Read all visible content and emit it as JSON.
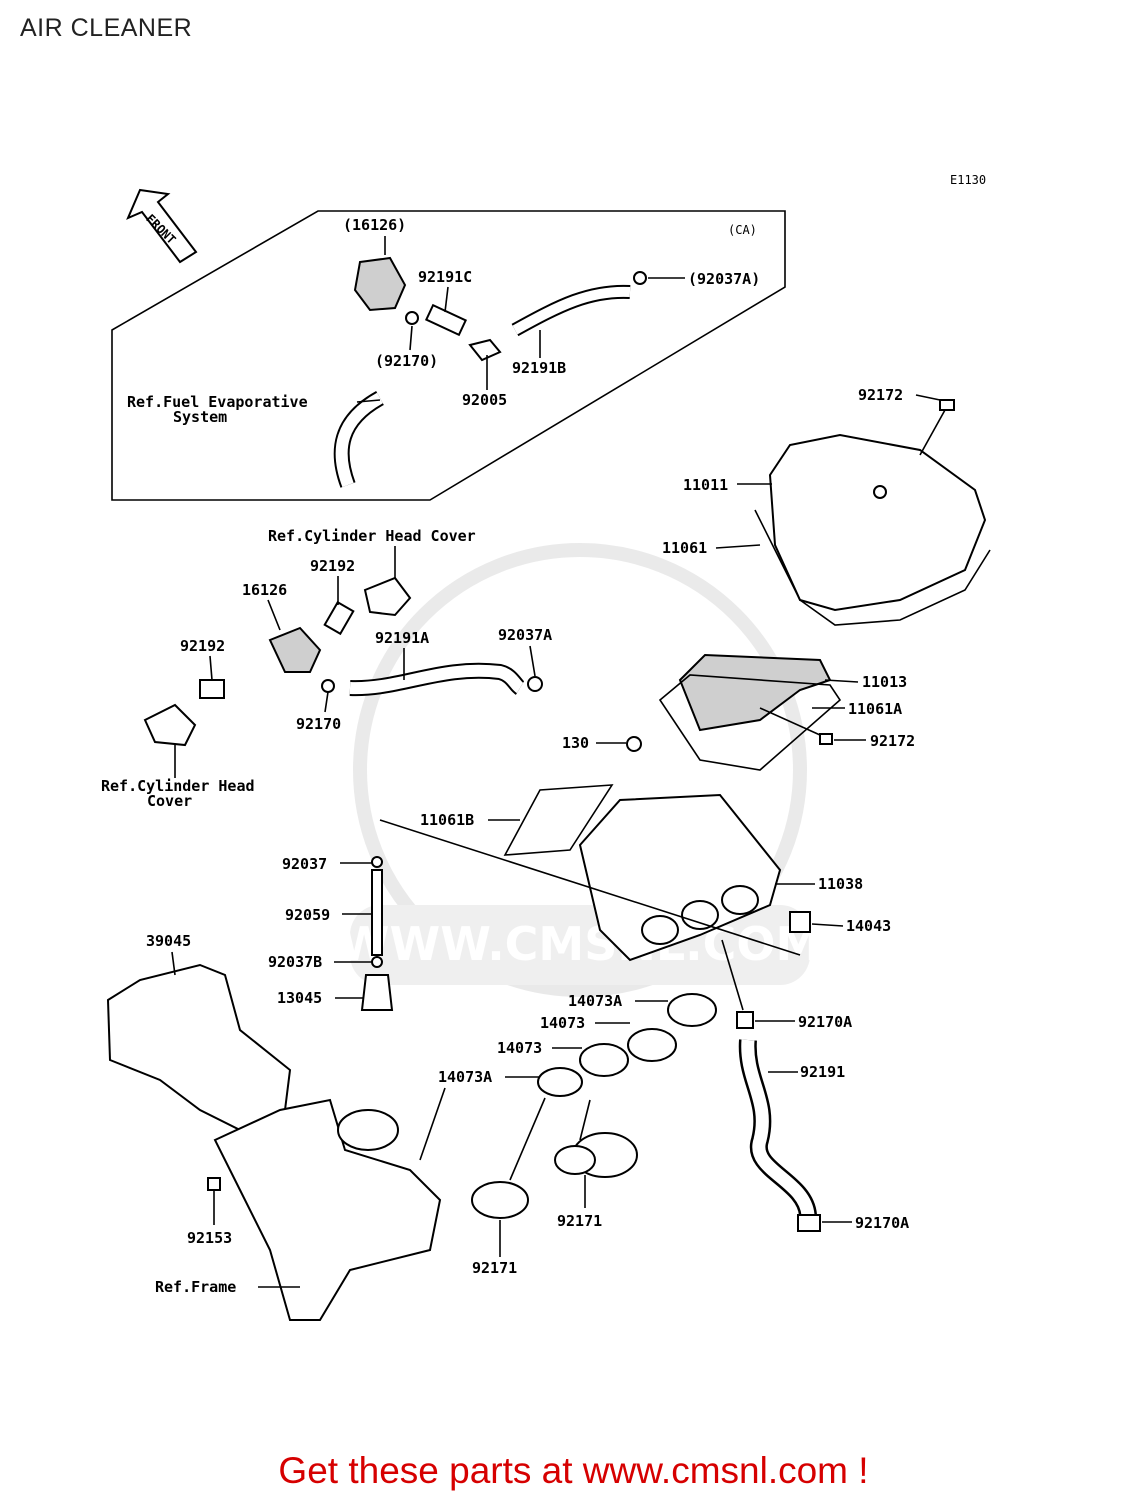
{
  "page": {
    "title": "AIR CLEANER",
    "footer": "Get these parts at www.cmsnl.com !"
  },
  "diagram": {
    "code": "E1130",
    "front_label": "FRONT",
    "watermark": "WWW.CMSNL.COM",
    "inset_region": "(CA)",
    "inset_labels": {
      "p16126_ref": "(16126)",
      "p92191C": "92191C",
      "p92037A_ref": "(92037A)",
      "p92170_ref": "(92170)",
      "p92191B": "92191B",
      "p92005": "92005",
      "ref_fuel_1": "Ref.Fuel Evaporative",
      "ref_fuel_2": "System"
    },
    "labels": {
      "p92172_top": "92172",
      "p11011": "11011",
      "p11061": "11061",
      "ref_cyl_top": "Ref.Cylinder Head Cover",
      "p92192_top": "92192",
      "p16126": "16126",
      "p92192_left": "92192",
      "p92191A": "92191A",
      "p92037A": "92037A",
      "p92170": "92170",
      "ref_cyl_left_1": "Ref.Cylinder Head",
      "ref_cyl_left_2": "Cover",
      "p11013": "11013",
      "p11061A": "11061A",
      "p92172_mid": "92172",
      "p130": "130",
      "p11061B": "11061B",
      "p92037": "92037",
      "p92059": "92059",
      "p11038": "11038",
      "p14043": "14043",
      "p39045": "39045",
      "p92037B": "92037B",
      "p13045": "13045",
      "p14073A_top": "14073A",
      "p14073_a": "14073",
      "p92170A_top": "92170A",
      "p14073_b": "14073",
      "p14073A_bot": "14073A",
      "p92191": "92191",
      "p92153": "92153",
      "p92171_r": "92171",
      "p92170A_bot": "92170A",
      "ref_frame": "Ref.Frame",
      "p92171_l": "92171"
    }
  }
}
